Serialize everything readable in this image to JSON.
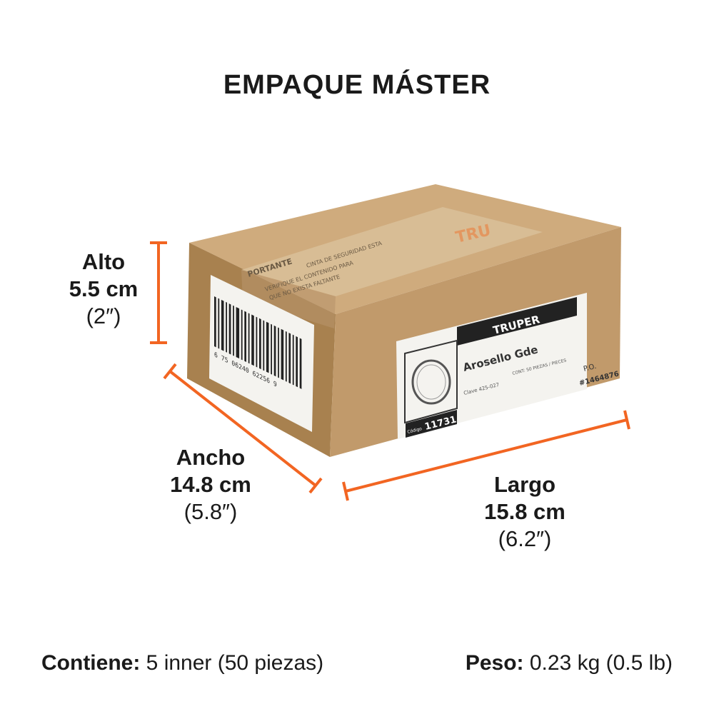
{
  "title": "EMPAQUE MÁSTER",
  "dimensions": {
    "alto": {
      "label": "Alto",
      "metric": "5.5 cm",
      "imperial": "(2″)"
    },
    "ancho": {
      "label": "Ancho",
      "metric": "14.8 cm",
      "imperial": "(5.8″)"
    },
    "largo": {
      "label": "Largo",
      "metric": "15.8 cm",
      "imperial": "(6.2″)"
    }
  },
  "footer": {
    "contiene_label": "Contiene:",
    "contiene_value": "5 inner (50 piezas)",
    "peso_label": "Peso:",
    "peso_value": "0.23 kg (0.5 lb)"
  },
  "box_label": {
    "brand": "TRUPER",
    "product": "Arosello Gde",
    "clave": "Clave 425-027",
    "cont": "CONT: 50 PIEZAS / PIECES",
    "codigo_label": "Código",
    "codigo": "11731",
    "po_label": "P.O.",
    "po_number": "#1464876",
    "barcode_digits": "6 75 06240 62256 9",
    "tape_word": "PORTANTE",
    "tape_line1": "CINTA DE SEGURIDAD ESTA",
    "tape_line2": "VERIFIQUE EL CONTENIDO PARA",
    "tape_line3": "QUE NO EXISTA FALTANTE",
    "tape_brand": "TRU"
  },
  "colors": {
    "accent": "#f26522",
    "box_front": "#c19a6b",
    "box_top": "#cfab7d",
    "box_side": "#a8814f",
    "text": "#1a1a1a"
  }
}
